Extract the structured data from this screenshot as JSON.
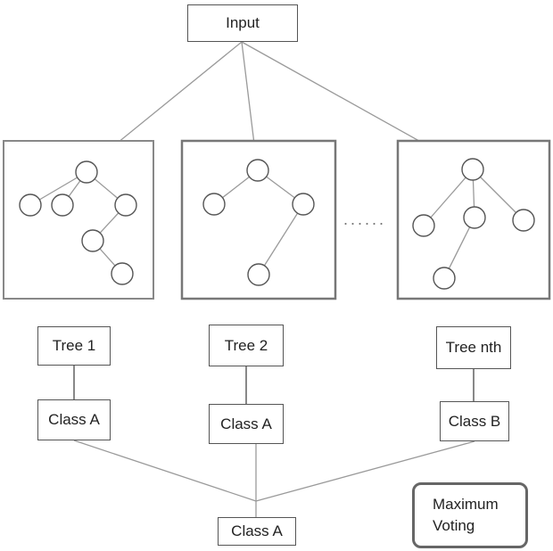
{
  "input": {
    "label": "Input"
  },
  "trees": [
    {
      "label": "Tree 1",
      "class": "Class A"
    },
    {
      "label": "Tree 2",
      "class": "Class A"
    },
    {
      "label": "Tree nth",
      "class": "Class B"
    }
  ],
  "result": {
    "label": "Class A"
  },
  "voting": {
    "line1": "Maximum",
    "line2": "Voting"
  },
  "ellipsis": "......",
  "colors": {
    "line": "#9a9a9a",
    "panel_border": "#888888",
    "node_border": "#555555"
  }
}
